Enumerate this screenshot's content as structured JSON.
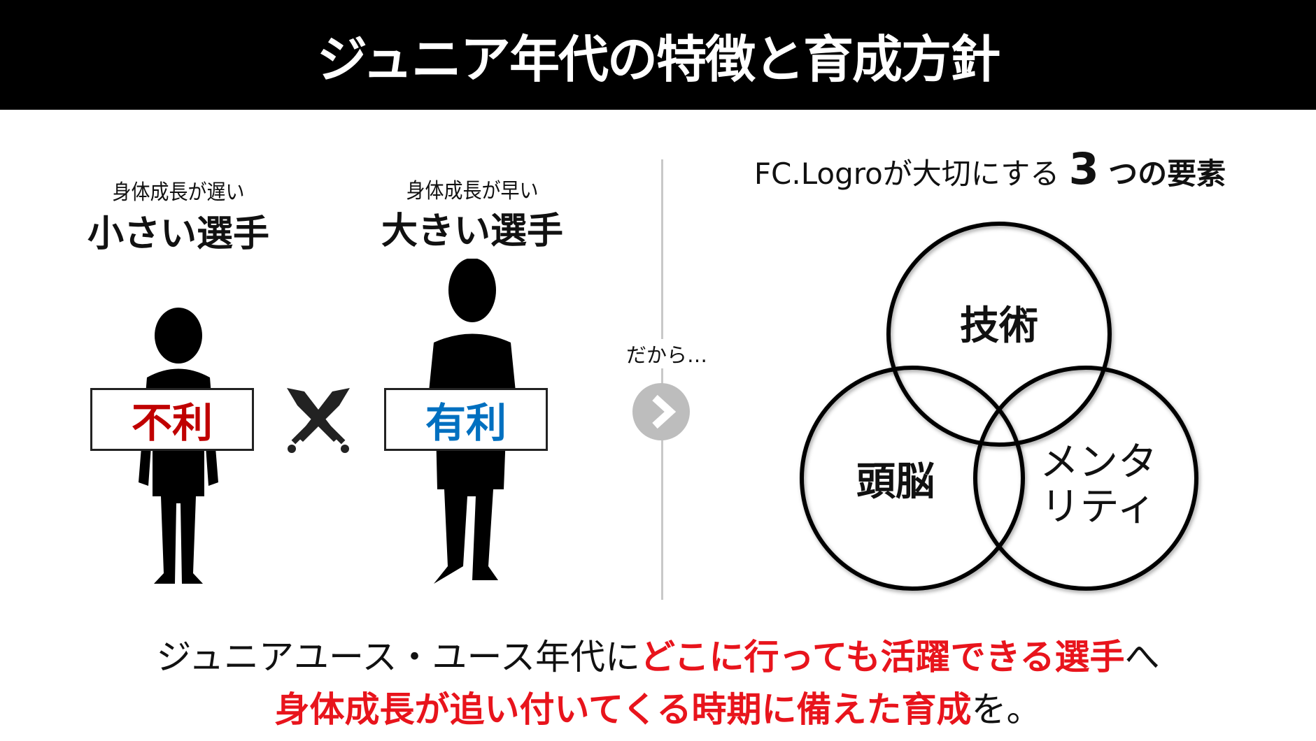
{
  "header": {
    "title": "ジュニア年代の特徴と育成方針"
  },
  "left": {
    "small_player": {
      "caption": "身体成長が遅い",
      "title": "小さい選手",
      "label": "不利",
      "label_color": "#c00000"
    },
    "big_player": {
      "caption": "身体成長が早い",
      "title": "大きい選手",
      "label": "有利",
      "label_color": "#0070c0"
    }
  },
  "transition": {
    "text": "だから…"
  },
  "right": {
    "title_prefix": "FC.Logroが大切にする",
    "title_number": "3",
    "title_suffix": "つの要素",
    "circles": [
      "技術",
      "頭脳",
      "メンタリティ"
    ],
    "circle_mentality_line1": "メンタ",
    "circle_mentality_line2": "リティ"
  },
  "bottom": {
    "line1_a": "ジュニアユース・ユース年代に",
    "line1_b": "どこに行っても活躍できる選手",
    "line1_c": "へ",
    "line2_a": "身体成長が追い付いてくる時期に備えた育成",
    "line2_b": "を。"
  }
}
